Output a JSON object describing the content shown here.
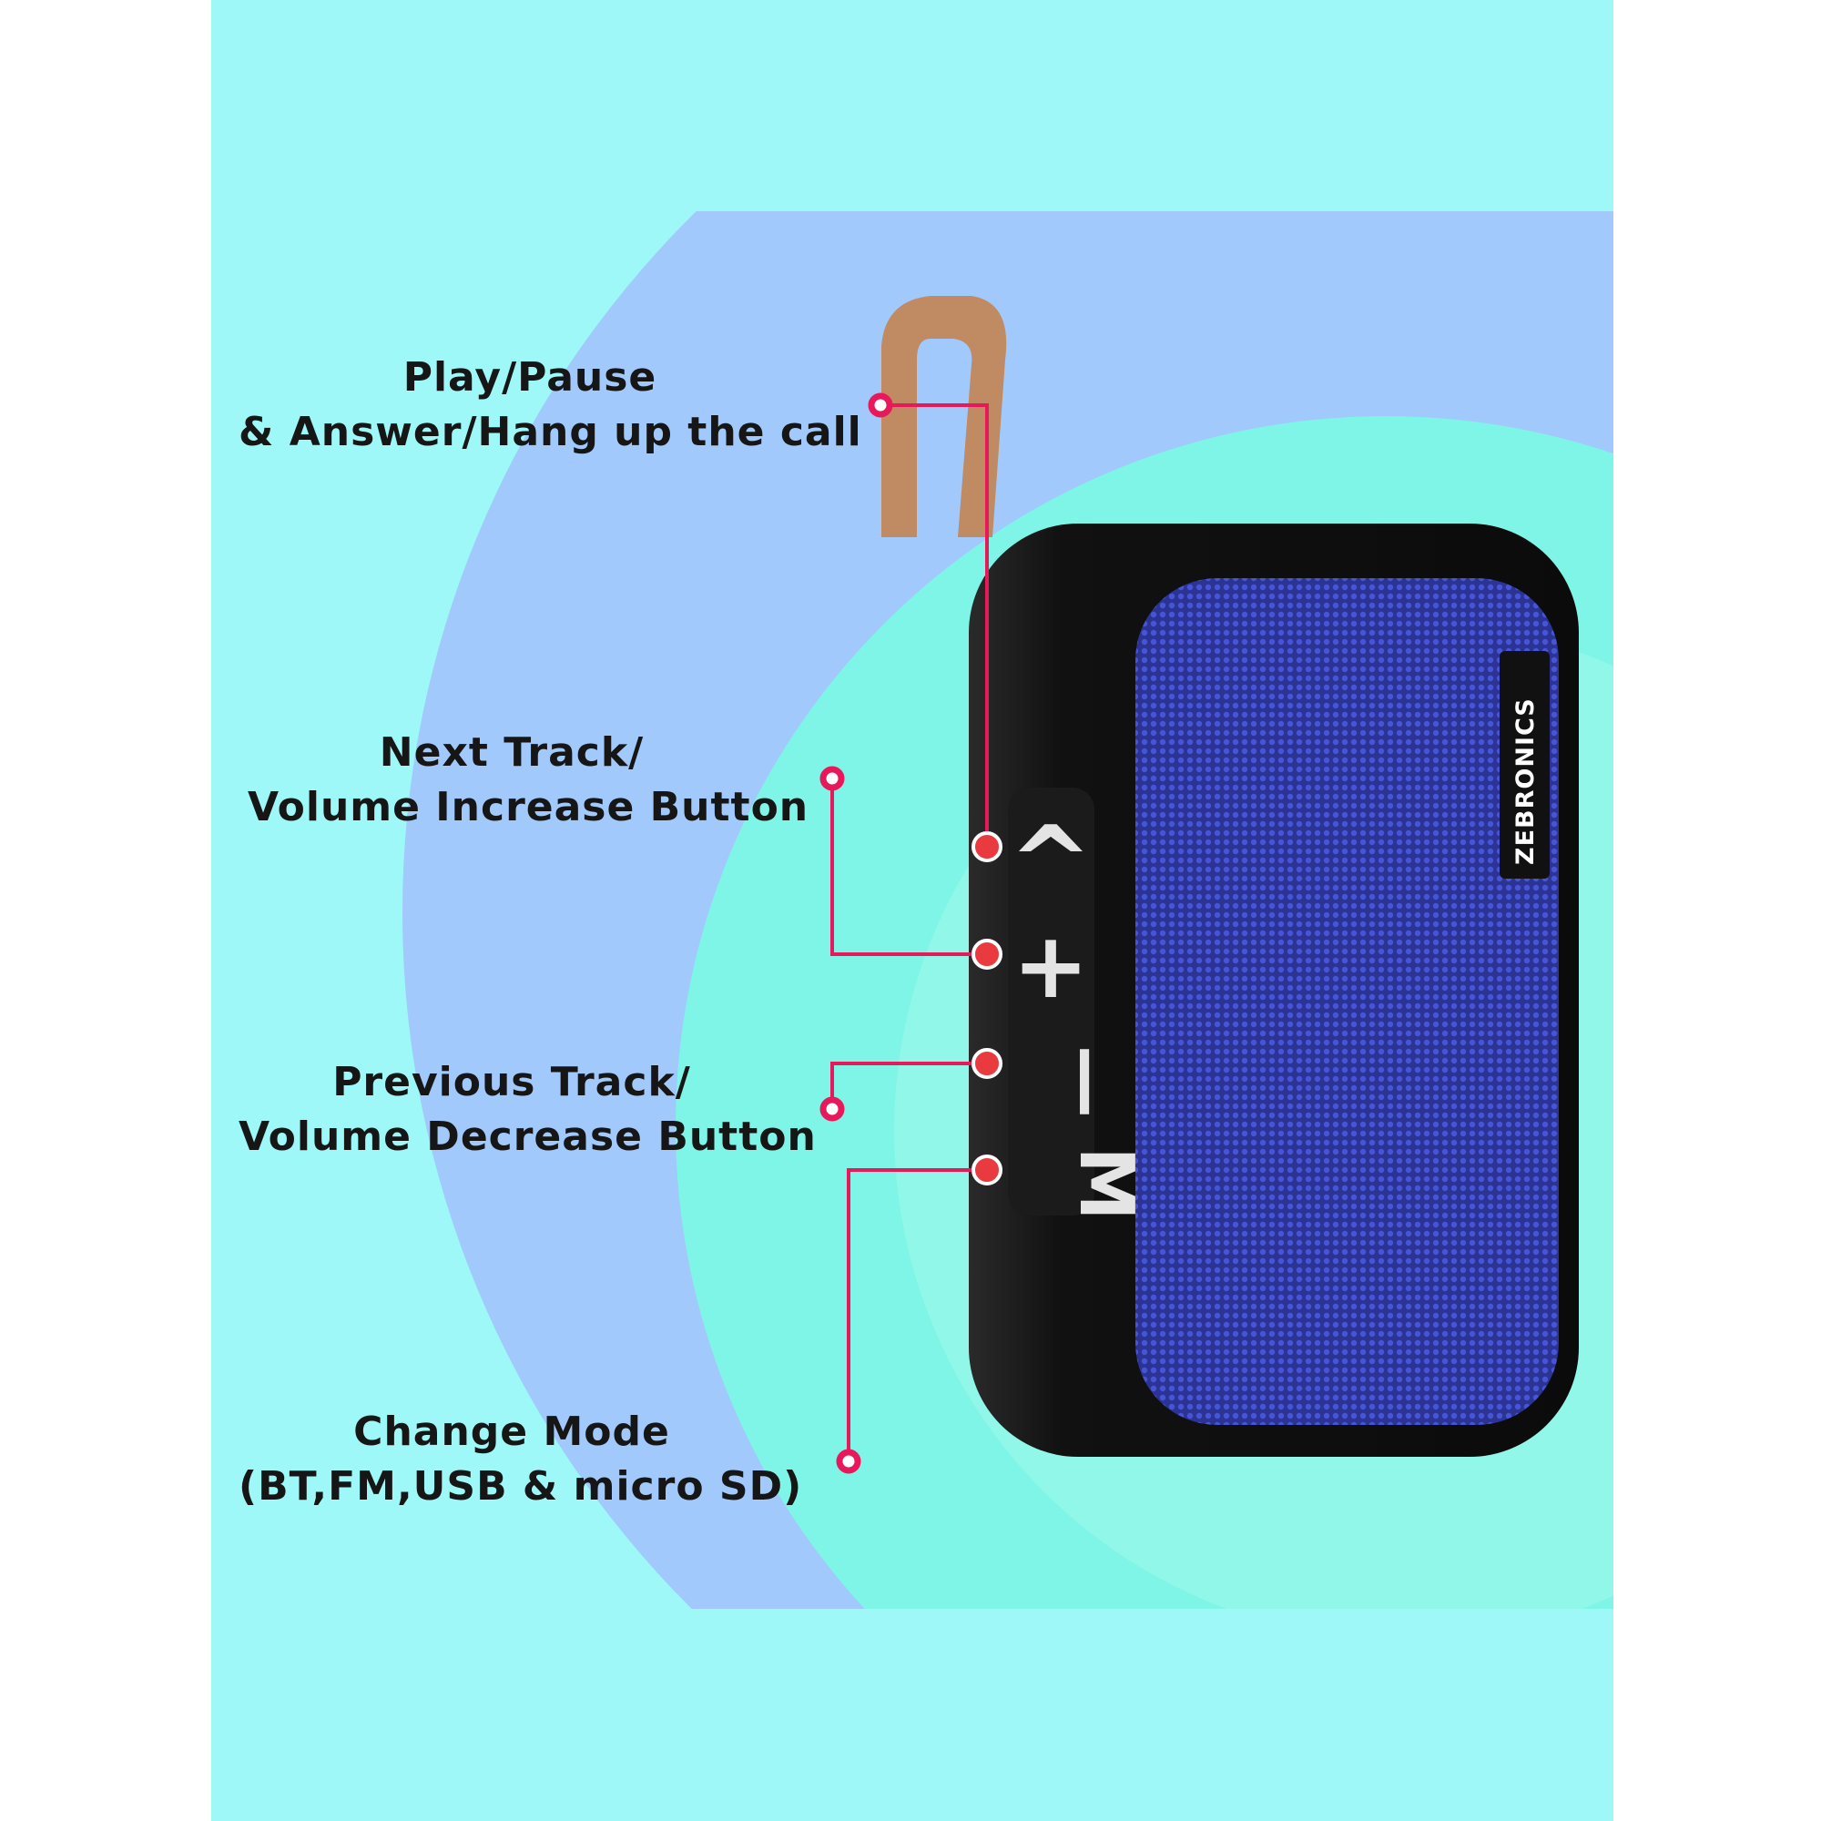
{
  "callouts": {
    "play_pause": {
      "line1": "Play/Pause",
      "line2": "& Answer/Hang up the call"
    },
    "next_track": {
      "line1": "Next Track/",
      "line2": "Volume Increase Button"
    },
    "previous_track": {
      "line1": "Previous Track/",
      "line2": "Volume Decrease Button"
    },
    "change_mode": {
      "line1": "Change Mode",
      "line2": "(BT,FM,USB & micro SD)"
    }
  },
  "speaker": {
    "brand": "ZEBRONICS",
    "buttons": {
      "play": "^",
      "plus": "+",
      "minus": "—",
      "mode": "M"
    }
  },
  "colors": {
    "panel_background": "#9ef8f8",
    "outer_circle": "#a1c9fb",
    "inner_circle": "#7ef5e6",
    "callout_accent": "#e8195a",
    "button_dot": "#e83a3f",
    "speaker_body": "#151515",
    "speaker_grille": "#3a45b8",
    "strap": "#c08a62"
  }
}
